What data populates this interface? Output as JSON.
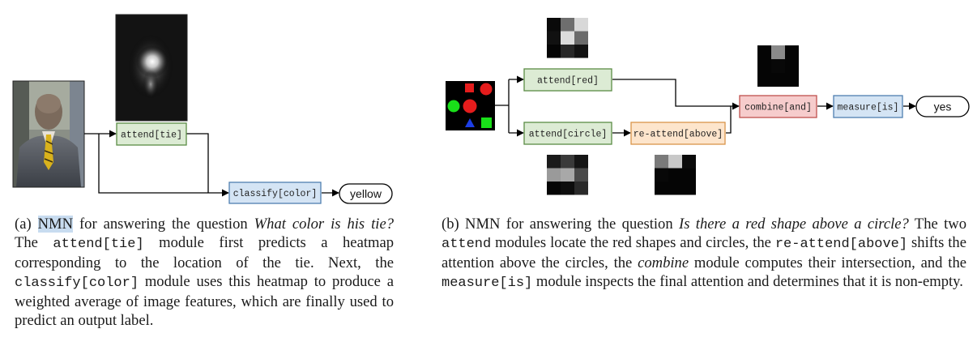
{
  "diagram_a": {
    "modules": {
      "attend": "attend[tie]",
      "classify": "classify[color]"
    },
    "answer": "yellow"
  },
  "diagram_b": {
    "modules": {
      "attend_red": "attend[red]",
      "attend_circle": "attend[circle]",
      "reattend": "re-attend[above]",
      "combine": "combine[and]",
      "measure": "measure[is]"
    },
    "answer": "yes"
  },
  "colors": {
    "green_fill": "#dcebd4",
    "green_stroke": "#5b8c45",
    "orange_fill": "#fde5cc",
    "orange_stroke": "#d9954a",
    "red_fill": "#f6cccc",
    "red_stroke": "#c0504d",
    "blue_fill": "#d4e4f4",
    "blue_stroke": "#4f7fb0",
    "highlight": "#c8dcf0"
  },
  "caption_a": {
    "label": "(a)",
    "nmn": "NMN",
    "t1": " for answering the question ",
    "q": "What color is his tie?",
    "t2": " The ",
    "code1": "attend[tie]",
    "t3": " module first predicts a heatmap corresponding to the location of the tie.  Next, the ",
    "code2": "classify[color]",
    "t4": " module uses this heatmap to produce a weighted average of image features, which are finally used to predict an output label."
  },
  "caption_b": {
    "label": "(b)",
    "t1": " NMN for answering the question ",
    "q": "Is there a red shape above a circle?",
    "t2": "  The two ",
    "code1": "attend",
    "t3": " modules locate the red shapes and circles, the ",
    "code2": "re-attend[above]",
    "t4": " shifts the attention above the circles, the ",
    "em": "combine",
    "t5": " module computes their intersection, and the ",
    "code3": "measure[is]",
    "t6": " module inspects the final attention and determines that it is non-empty."
  }
}
